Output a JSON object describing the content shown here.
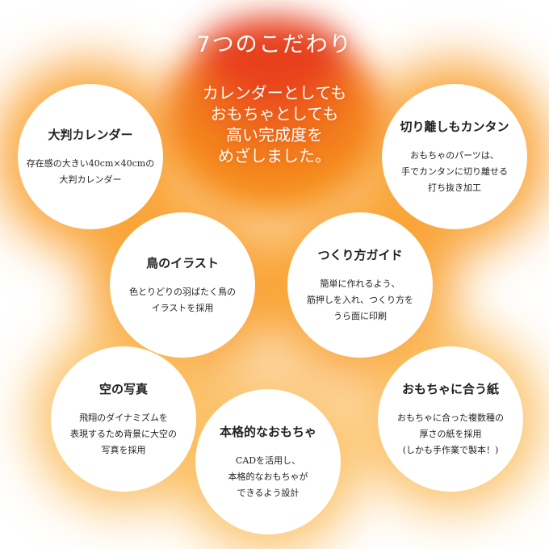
{
  "colors": {
    "glow_core": "#e8401a",
    "glow_mid": "#f7941d",
    "glow_edge": "#ffe6b8",
    "text_dark": "#222222",
    "text_light": "#ffffff"
  },
  "headline": "7つのこだわり",
  "lead": [
    "カレンダーとしても",
    "おもちゃとしても",
    "高い完成度を",
    "めざしました。"
  ],
  "features": [
    {
      "title": "大判カレンダー",
      "body": [
        "存在感の大きい40cm×40cmの",
        "大判カレンダー"
      ]
    },
    {
      "title": "切り離しもカンタン",
      "body": [
        "おもちゃのパーツは、",
        "手でカンタンに切り離せる",
        "打ち抜き加工"
      ]
    },
    {
      "title": "鳥のイラスト",
      "body": [
        "色とりどりの羽ばたく鳥の",
        "イラストを採用"
      ]
    },
    {
      "title": "つくり方ガイド",
      "body": [
        "簡単に作れるよう、",
        "筋押しを入れ、つくり方を",
        "うら面に印刷"
      ]
    },
    {
      "title": "空の写真",
      "body": [
        "飛翔のダイナミズムを",
        "表現するため背景に大空の",
        "写真を採用"
      ]
    },
    {
      "title": "本格的なおもちゃ",
      "body": [
        "CADを活用し、",
        "本格的なおもちゃが",
        "できるよう設計"
      ]
    },
    {
      "title": "おもちゃに合う紙",
      "body": [
        "おもちゃに合った複数種の",
        "厚さの紙を採用",
        "(しかも手作業で製本！)"
      ]
    }
  ]
}
